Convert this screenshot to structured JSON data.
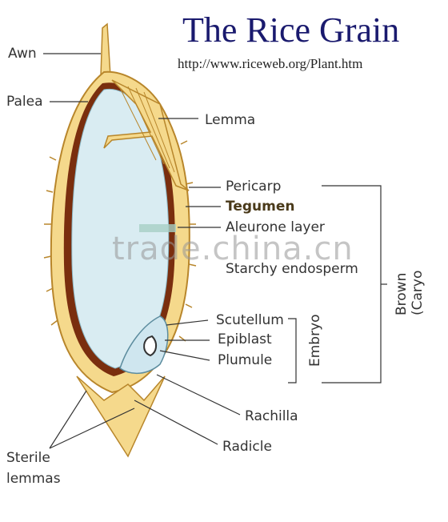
{
  "title": "The Rice Grain",
  "url": "http://www.riceweb.org/Plant.htm",
  "labels": {
    "awn": "Awn",
    "palea": "Palea",
    "lemma": "Lemma",
    "pericarp": "Pericarp",
    "tegumen": "Tegumen",
    "aleurone": "Aleurone layer",
    "endosperm": "Starchy endosperm",
    "scutellum": "Scutellum",
    "epiblast": "Epiblast",
    "plumule": "Plumule",
    "rachilla": "Rachilla",
    "radicle": "Radicle",
    "sterile_line1": "Sterile",
    "sterile_line2": "lemmas",
    "embryo": "Embryo",
    "brown": "Brown",
    "caryo": "(Caryo"
  },
  "watermark": "trade.china.cn",
  "colors": {
    "title": "#1a1a6e",
    "hull": "#f5d98c",
    "hull_edge": "#b8862b",
    "pericarp": "#7a2e0e",
    "endosperm": "#d9ecf2",
    "label_line": "#333333"
  }
}
